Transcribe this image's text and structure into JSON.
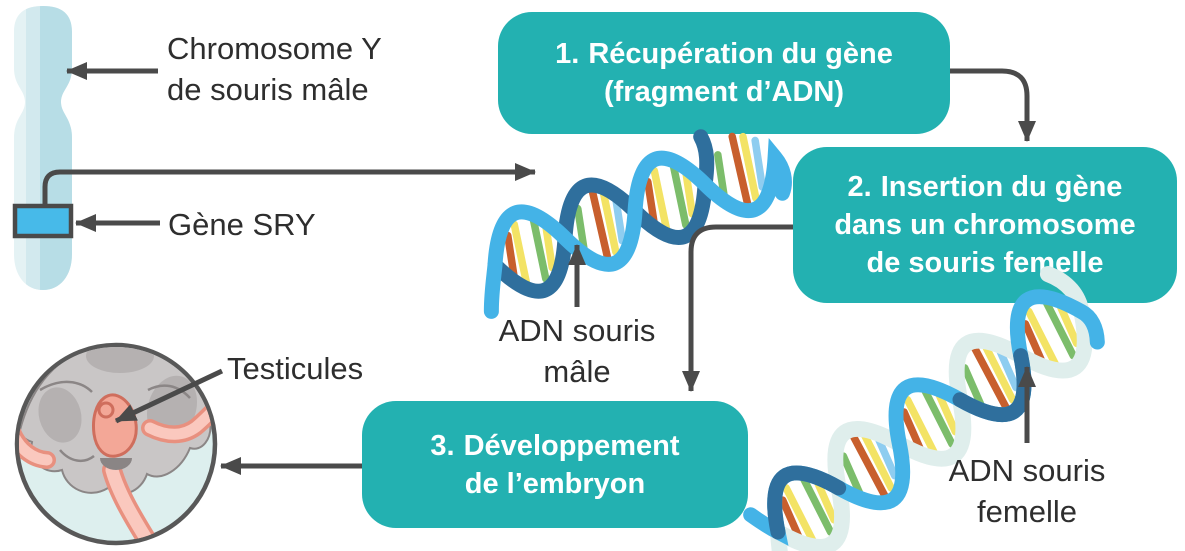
{
  "palette": {
    "step_box_teal": "#23b1b1",
    "arrow_gray": "#4a4a4a",
    "text_dark": "#2e2e2e",
    "chromosome_light": "#e4f2f4",
    "chromosome_shaded": "#b7dde6",
    "gene_blue": "#47bae9",
    "dna_blue": "#44b3e7",
    "dna_dark_blue": "#2f6f9d",
    "dna_pale": "#dfeeec",
    "rung_yellow": "#f3e365",
    "rung_green": "#7cbd6b",
    "rung_orange": "#c85f2d",
    "rung_light_blue": "#8ecdf0",
    "embryo_circle_bg": "#ddefee",
    "embryo_gray": "#c9c6c6",
    "embryo_limb_pink": "#fac8be",
    "testicle_pink": "#f3a797"
  },
  "labels": {
    "chromosome": "Chromosome Y\nde souris mâle",
    "gene": "Gène SRY",
    "adn_male": "ADN souris\nmâle",
    "testicules": "Testicules",
    "adn_female": "ADN souris\nfemelle"
  },
  "steps": [
    {
      "number": "1.",
      "label": "Récupération du gène\n(fragment d’ADN)"
    },
    {
      "number": "2.",
      "label": "Insertion du gène\ndans un chromosome\nde souris femelle"
    },
    {
      "number": "3.",
      "label": "Développement\nde l’embryon"
    }
  ]
}
